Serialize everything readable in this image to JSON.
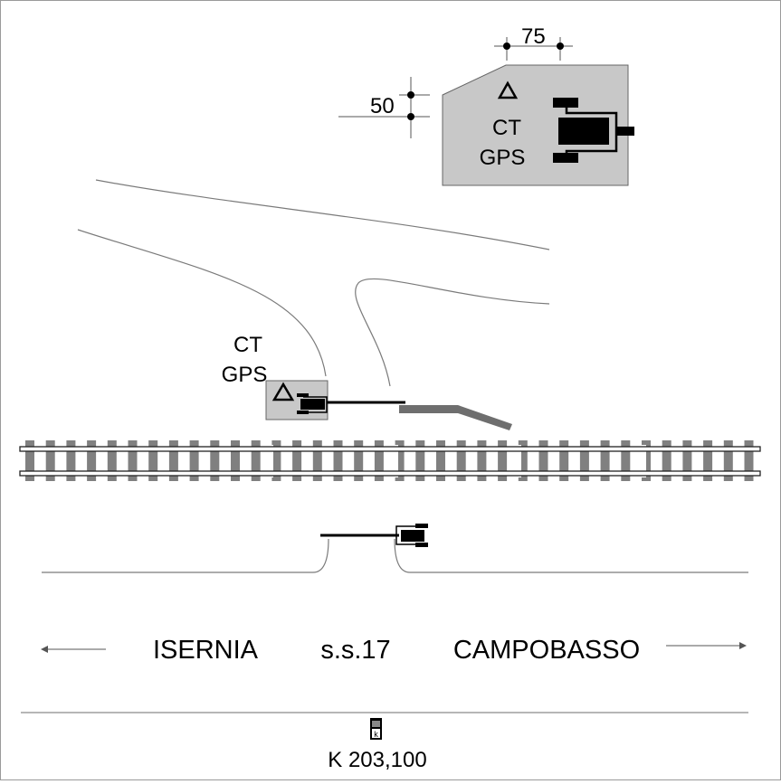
{
  "dimensions": {
    "offset_x": "75",
    "offset_y": "50"
  },
  "station_top": {
    "line1": "CT",
    "line2": "GPS"
  },
  "station_mid": {
    "line1": "CT",
    "line2": "GPS"
  },
  "road": {
    "direction_left": "ISERNIA",
    "name": "s.s.17",
    "direction_right": "CAMPOBASSO"
  },
  "milestone": {
    "icon_letter": "k",
    "label": "K 203,100"
  },
  "colors": {
    "station_fill": "#c8c8c8",
    "rail_tie": "#808080",
    "ground_line": "#7a7a7a",
    "equipment": "#000000"
  }
}
